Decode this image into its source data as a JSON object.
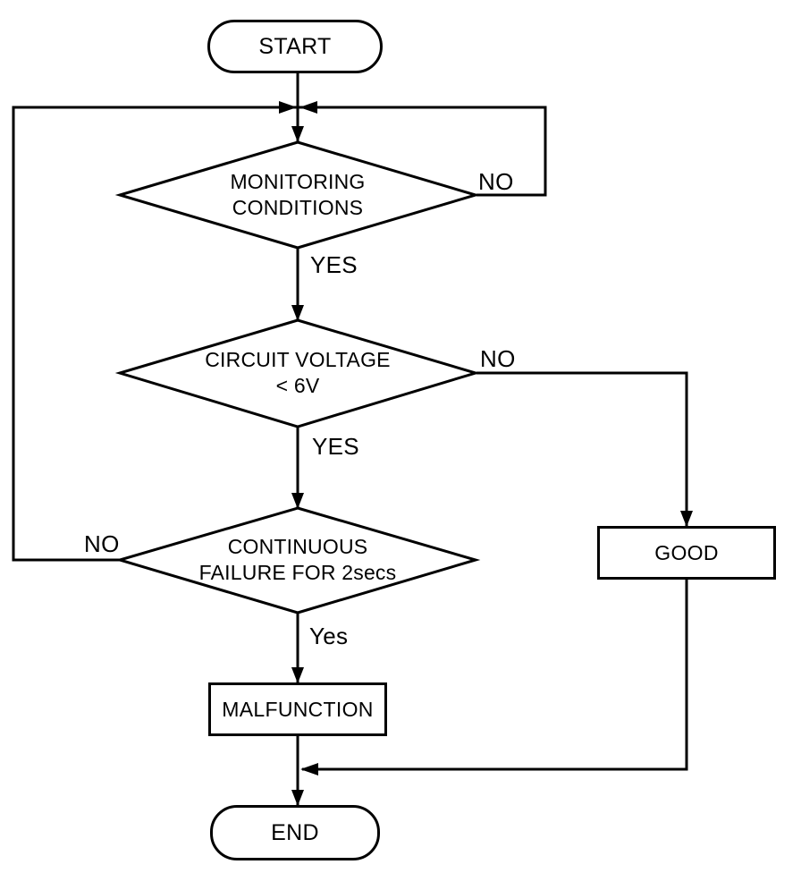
{
  "nodes": {
    "start": {
      "label": "START",
      "type": "terminator"
    },
    "monitoring": {
      "label": "MONITORING\nCONDITIONS",
      "type": "decision"
    },
    "voltage": {
      "label": "CIRCUIT VOLTAGE\n< 6V",
      "type": "decision"
    },
    "failure": {
      "label": "CONTINUOUS\nFAILURE FOR 2secs",
      "type": "decision"
    },
    "good": {
      "label": "GOOD",
      "type": "process"
    },
    "malfunction": {
      "label": "MALFUNCTION",
      "type": "process"
    },
    "end": {
      "label": "END",
      "type": "terminator"
    }
  },
  "edge_labels": {
    "monitoring_no": "NO",
    "monitoring_yes": "YES",
    "voltage_no": "NO",
    "voltage_yes": "YES",
    "failure_no": "NO",
    "failure_yes": "Yes"
  },
  "colors": {
    "line": "#000000",
    "background": "#ffffff"
  }
}
